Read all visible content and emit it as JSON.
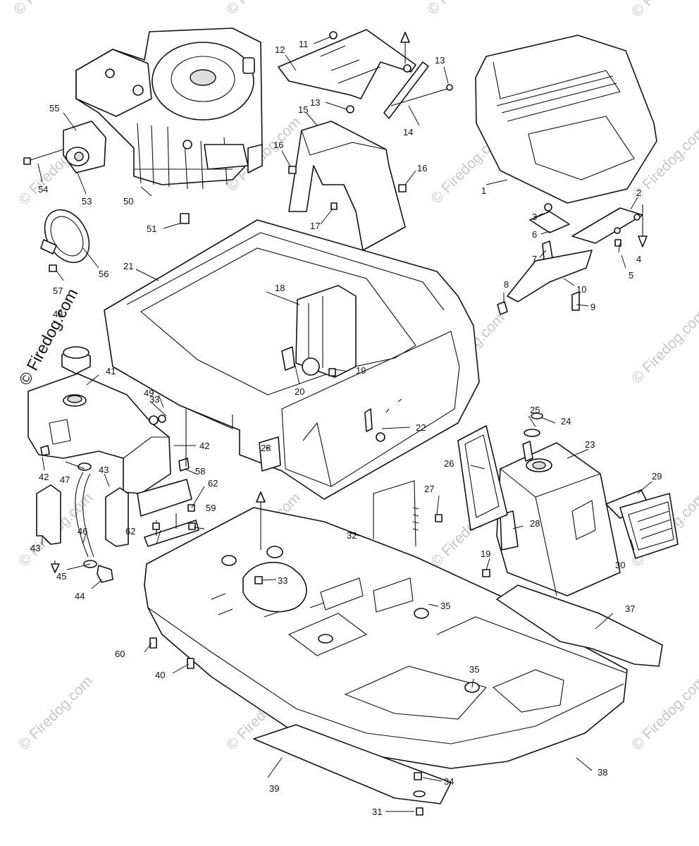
{
  "watermark": {
    "text": "© Firedog.com",
    "symbol": "©",
    "color": "#9a9a9a"
  },
  "callouts": [
    "1",
    "2",
    "3",
    "4",
    "5",
    "6",
    "7",
    "8",
    "9",
    "10",
    "11",
    "12",
    "13",
    "13",
    "14",
    "15",
    "16",
    "16",
    "17",
    "18",
    "19",
    "19",
    "20",
    "21",
    "22",
    "23",
    "24",
    "25",
    "26",
    "27",
    "28",
    "28",
    "29",
    "30",
    "31",
    "32",
    "33",
    "33",
    "34",
    "35",
    "35",
    "37",
    "38",
    "39",
    "40",
    "41",
    "42",
    "42",
    "43",
    "43",
    "44",
    "45",
    "46",
    "47",
    "48",
    "49",
    "50",
    "51",
    "53",
    "54",
    "55",
    "56",
    "57",
    "58",
    "59",
    "60",
    "62",
    "62"
  ]
}
